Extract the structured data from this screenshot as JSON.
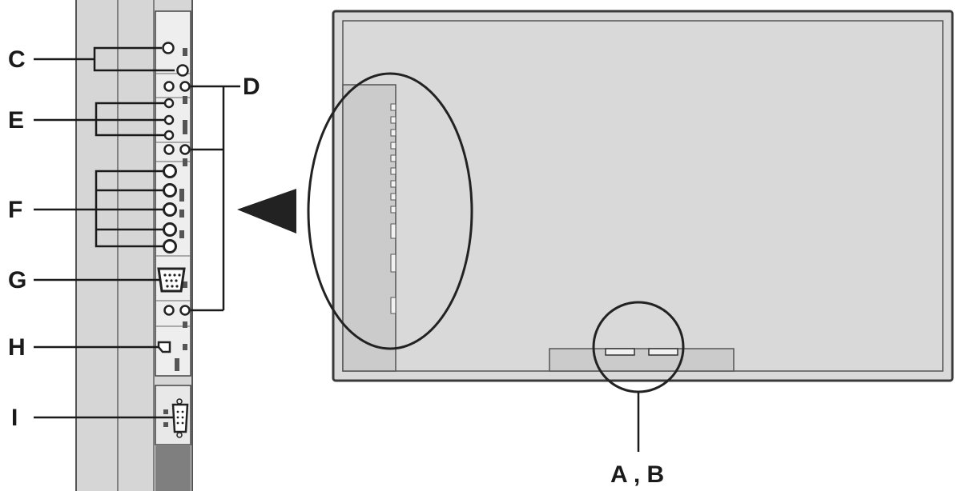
{
  "callouts": {
    "c": "C",
    "d": "D",
    "e": "E",
    "f": "F",
    "g": "G",
    "h": "H",
    "i": "I",
    "ab": "A , B"
  },
  "colors": {
    "panel_fill": "#d9d9d9",
    "panel_dark": "#c9c9c9",
    "outline": "#3a3a3a",
    "terminal_strip": "#eeeeee",
    "pointer": "#222222"
  }
}
